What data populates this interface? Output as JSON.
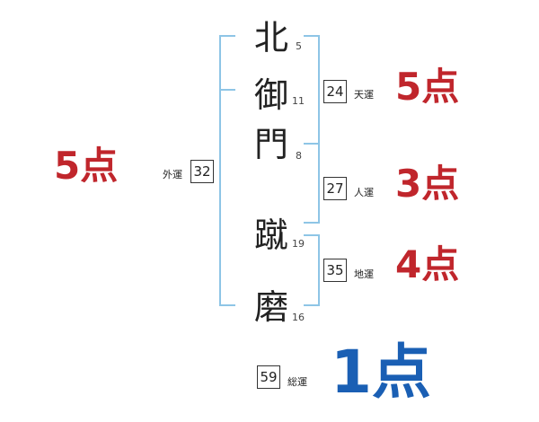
{
  "name_chars": [
    {
      "char": "北",
      "strokes": "5"
    },
    {
      "char": "御",
      "strokes": "11"
    },
    {
      "char": "門",
      "strokes": "8"
    },
    {
      "char": "蹴",
      "strokes": "19"
    },
    {
      "char": "磨",
      "strokes": "16"
    }
  ],
  "gaiun": {
    "value": "32",
    "label": "外運",
    "score": "5点"
  },
  "tenun": {
    "value": "24",
    "label": "天運",
    "score": "5点"
  },
  "jinun": {
    "value": "27",
    "label": "人運",
    "score": "3点"
  },
  "chiun": {
    "value": "35",
    "label": "地運",
    "score": "4点"
  },
  "souun": {
    "value": "59",
    "label": "総運",
    "score": "1点"
  },
  "colors": {
    "bracket": "#8ec5e6",
    "score_red": "#c0262c",
    "score_blue": "#1a5fb4"
  }
}
